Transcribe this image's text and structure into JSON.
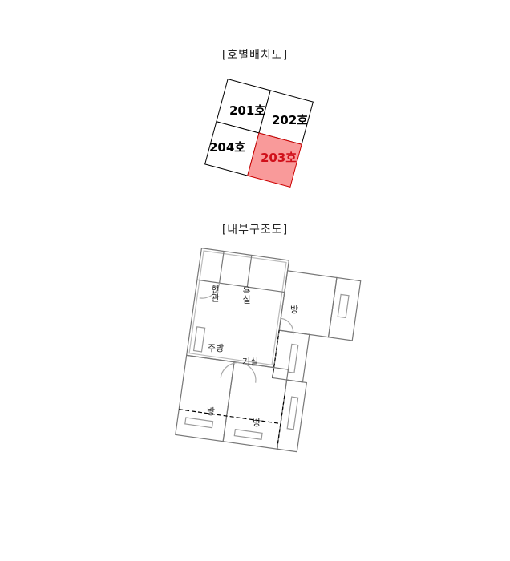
{
  "layout_title": "[호별배치도]",
  "units": [
    {
      "label": "201호",
      "highlighted": false
    },
    {
      "label": "202호",
      "highlighted": false
    },
    {
      "label": "204호",
      "highlighted": false
    },
    {
      "label": "203호",
      "highlighted": true
    }
  ],
  "highlight_fill": "#f99a9a",
  "highlight_text": "#d0101a",
  "plan_title": "[내부구조도]",
  "rooms": {
    "entry": "현관",
    "bath": "욕실",
    "room_top": "방",
    "kitchen": "주방",
    "living": "거실",
    "room_bottom_left": "방",
    "room_bottom_right": "방"
  }
}
